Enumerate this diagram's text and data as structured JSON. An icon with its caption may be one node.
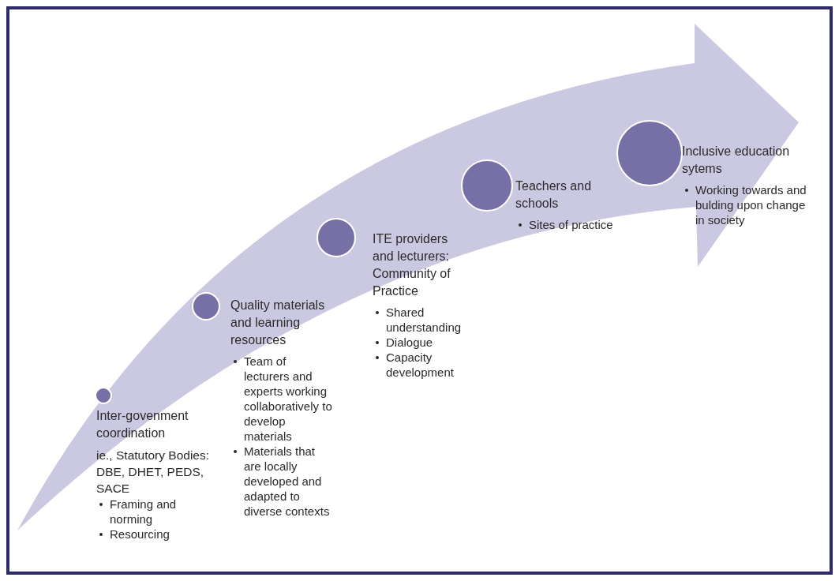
{
  "diagram": {
    "nodes": [
      {
        "text": [
          "Inter-govenment coordination",
          "ie., Statutory Bodies: DBE, DHET, PEDS, SACE",
          "Framing and norming",
          "Resourcing"
        ]
      },
      {
        "text": [
          "Quality materials and learning resources",
          "Team of lecturers and experts working collaboratively to develop materials",
          "Materials that are locally developed and adapted to diverse contexts"
        ]
      },
      {
        "text": [
          "ITE providers and lecturers: Community of Practice",
          "Shared understanding",
          "Dialogue",
          "Capacity development"
        ]
      },
      {
        "text": [
          "Teachers and schools",
          "Sites of practice"
        ]
      },
      {
        "text": [
          "Inclusive education sytems",
          "Working towards and bulding upon change in society"
        ]
      }
    ],
    "edges": []
  }
}
